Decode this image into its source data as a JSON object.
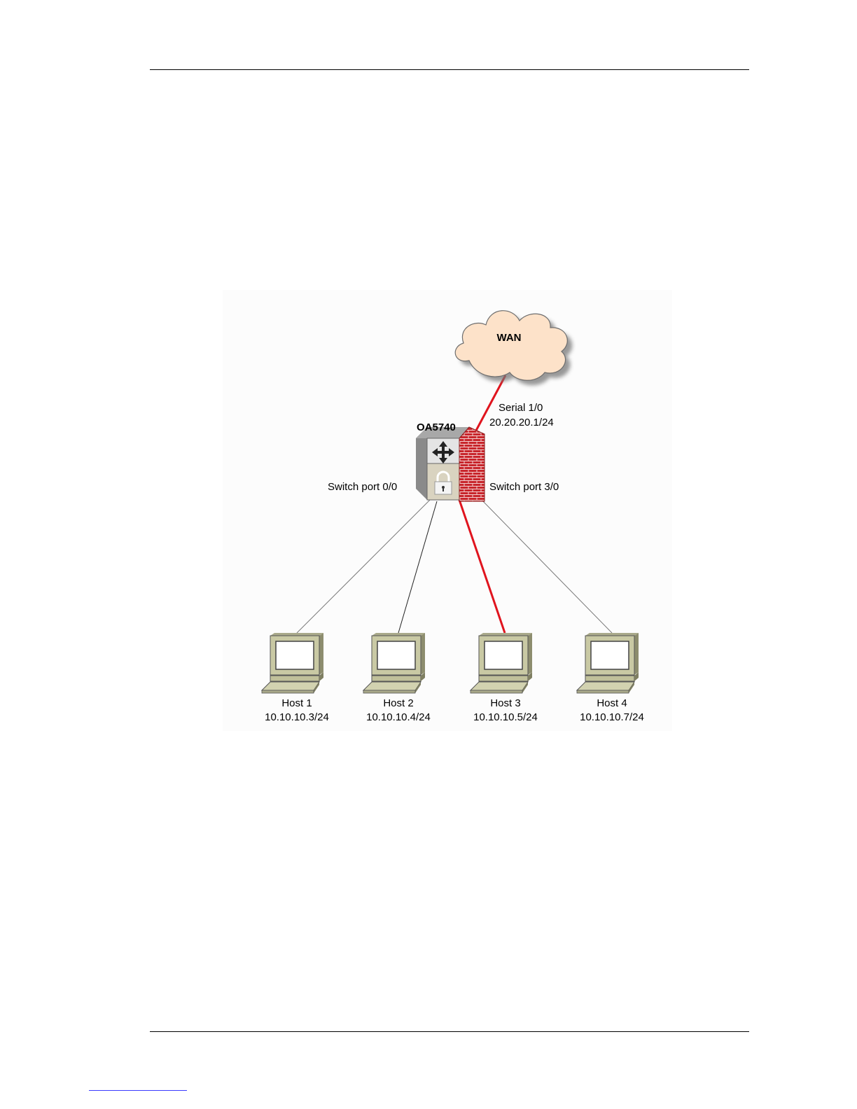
{
  "diagram": {
    "wan_label": "WAN",
    "device_name": "OA5740",
    "serial_port_label": "Serial 1/0",
    "serial_ip": "20.20.20.1/24",
    "left_port_label": "Switch port 0/0",
    "right_port_label": "Switch port 3/0",
    "hosts": [
      {
        "name": "Host 1",
        "ip": "10.10.10.3/24"
      },
      {
        "name": "Host 2",
        "ip": "10.10.10.4/24"
      },
      {
        "name": "Host 3",
        "ip": "10.10.10.5/24"
      },
      {
        "name": "Host 4",
        "ip": "10.10.10.7/24"
      }
    ],
    "colors": {
      "highlight_link": "#e0141e",
      "normal_link": "#7a7a7a",
      "cloud_fill": "#fde2c9",
      "firewall_brick": "#c8252b",
      "monitor_body": "#c9c9a4"
    }
  }
}
